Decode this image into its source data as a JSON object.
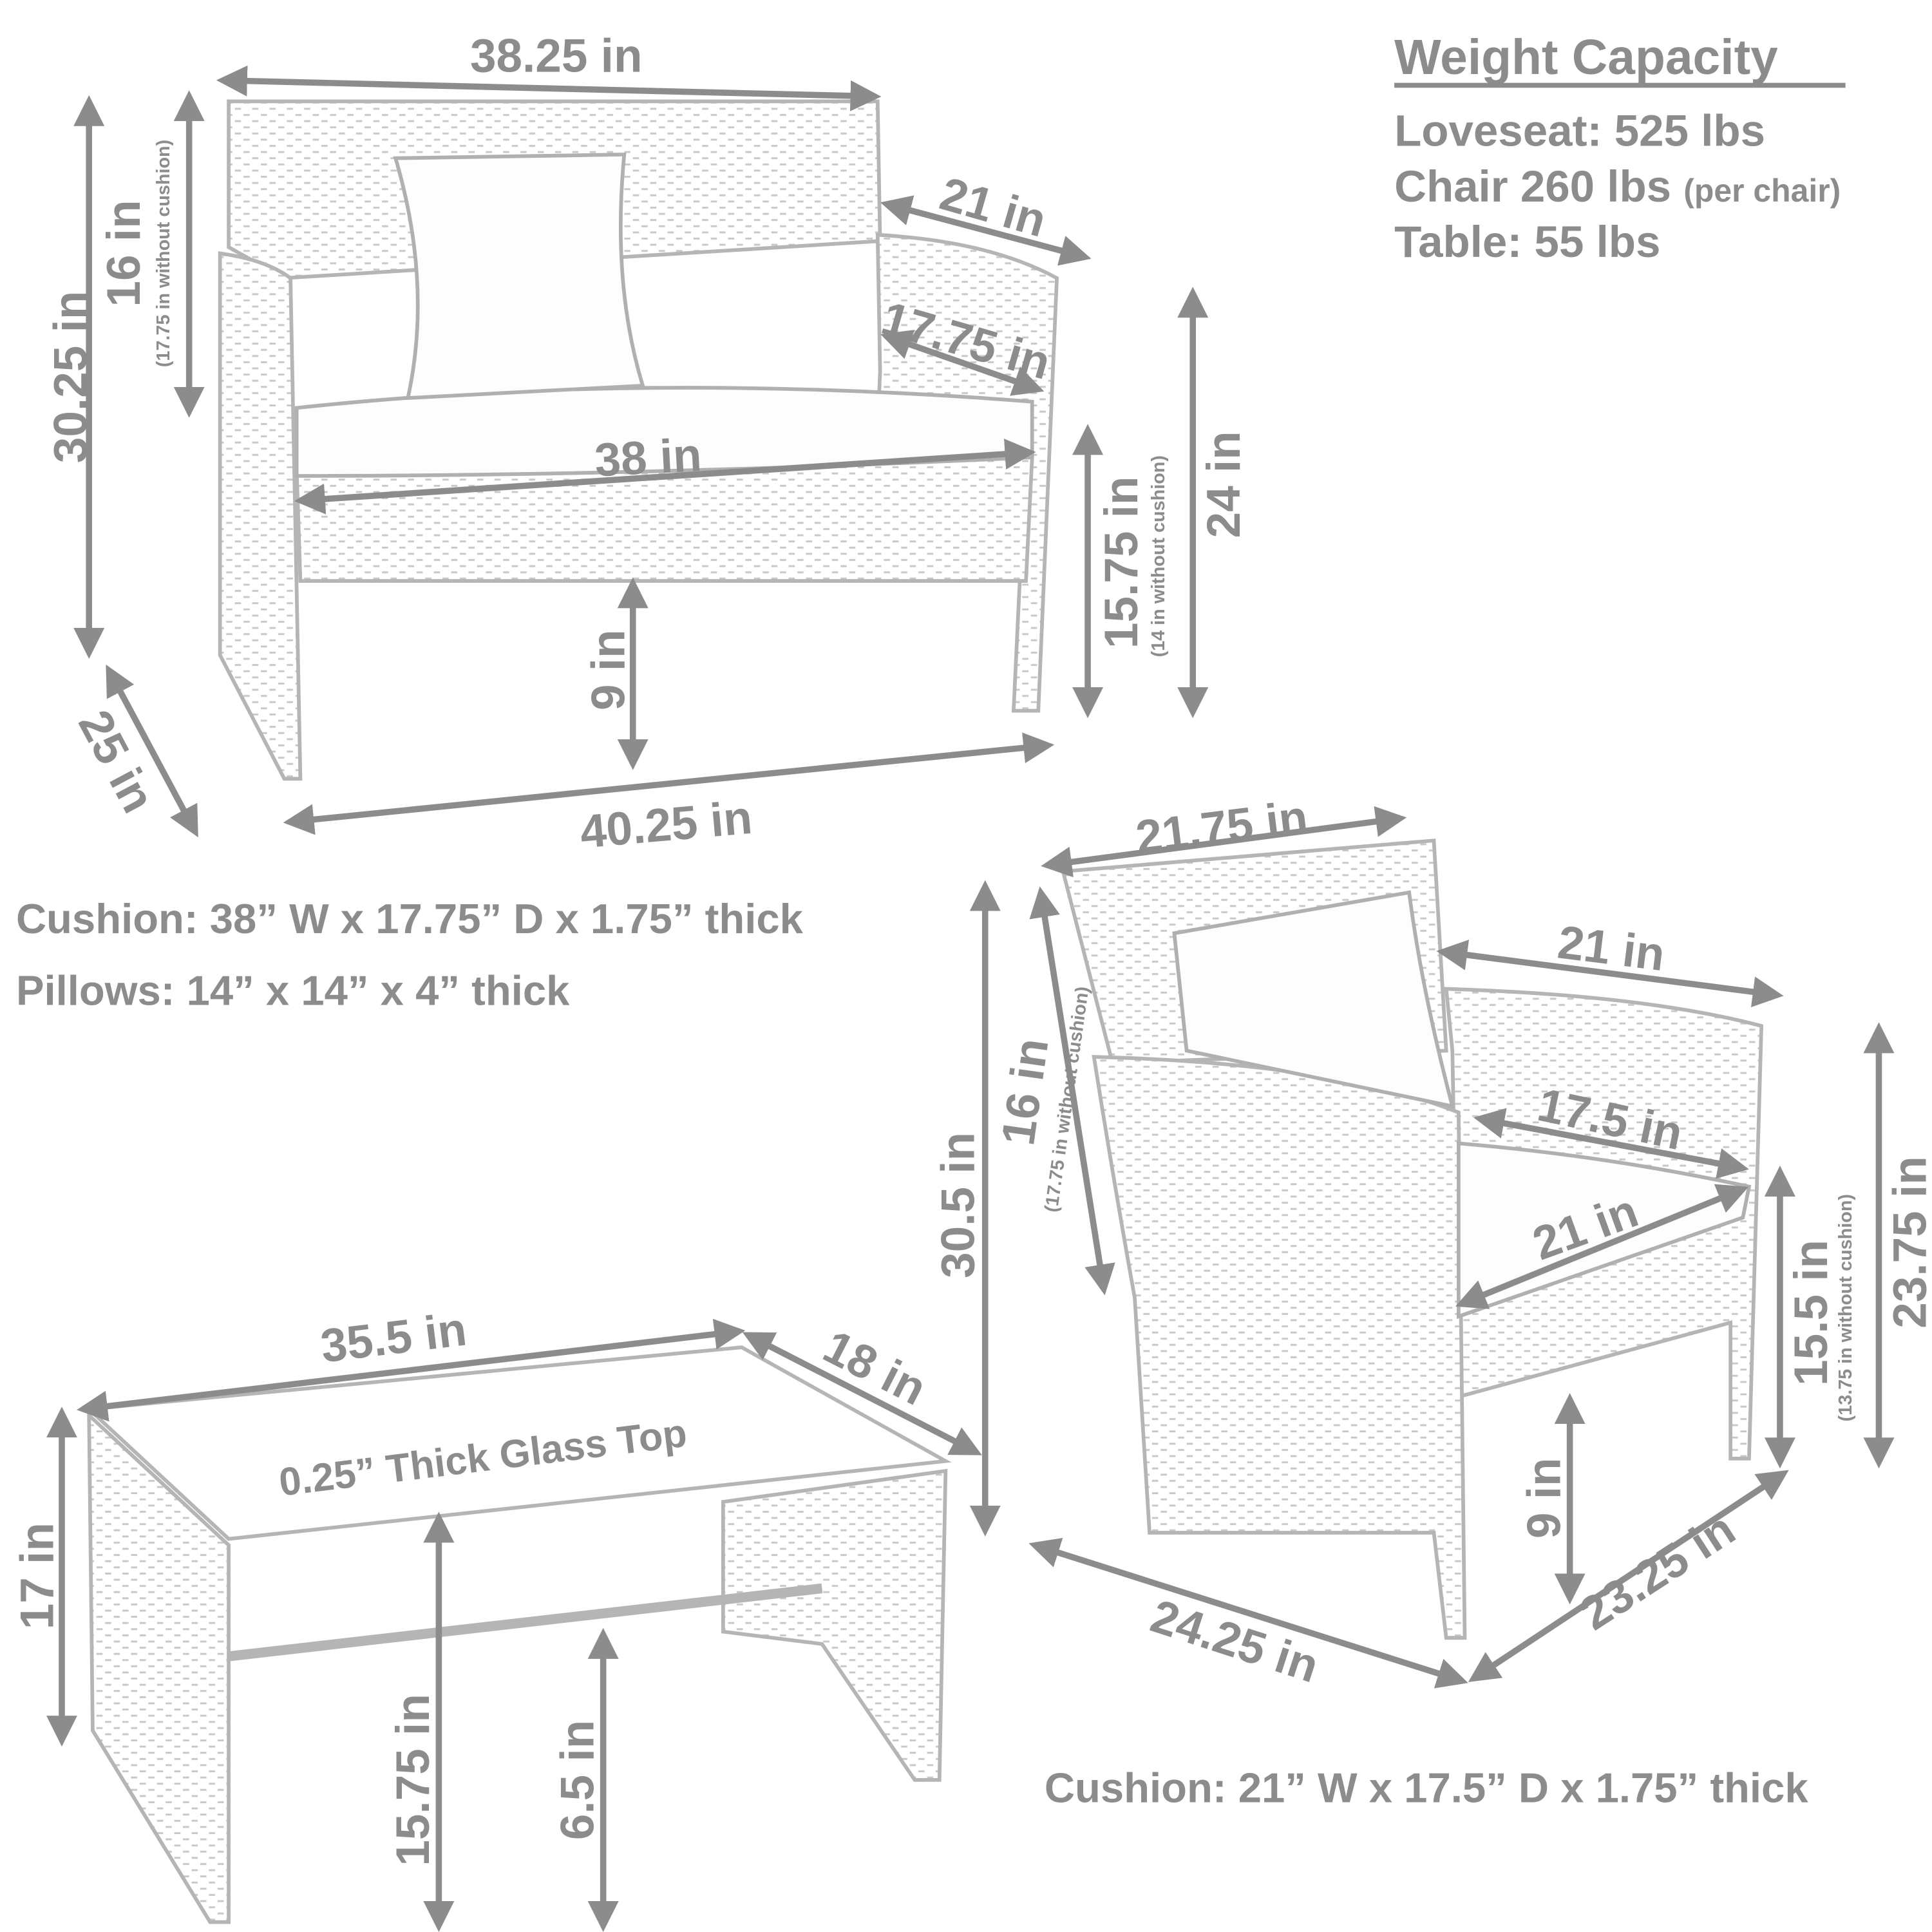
{
  "weight_capacity": {
    "title": "Weight Capacity",
    "loveseat": "Loveseat: 525 lbs",
    "chair": "Chair 260 lbs",
    "chair_note": "(per chair)",
    "table": "Table: 55 lbs"
  },
  "loveseat": {
    "back_width": "38.25 in",
    "total_height": "30.25 in",
    "back_height": "16 in",
    "back_height_note": "(17.75 in without cushion)",
    "arm_depth": "21 in",
    "seat_depth": "17.75 in",
    "seat_width": "38 in",
    "seat_height": "15.75 in",
    "seat_height_note": "(14 in without cushion)",
    "arm_height": "24 in",
    "clearance": "9 in",
    "depth": "25 in",
    "width": "40.25 in",
    "cushion": "Cushion: 38” W x 17.75” D x 1.75” thick",
    "pillows": "Pillows: 14” x 14” x 4” thick"
  },
  "chair": {
    "back_width": "21.75 in",
    "total_height": "30.5 in",
    "back_height": "16 in",
    "back_height_note": "(17.75 in without cushion)",
    "arm_depth": "21 in",
    "seat_depth": "17.5 in",
    "seat_width": "21 in",
    "seat_height": "15.5 in",
    "seat_height_note": "(13.75 in without cushion)",
    "arm_height": "23.75 in",
    "clearance": "9 in",
    "width": "24.25 in",
    "depth": "23.25 in",
    "cushion": "Cushion: 21” W x 17.5” D x 1.75” thick"
  },
  "table": {
    "length": "35.5 in",
    "depth": "18 in",
    "glass": "0.25” Thick Glass Top",
    "height": "17 in",
    "clearance_top": "15.75 in",
    "shelf_height": "6.5 in"
  },
  "colors": {
    "text": "#8c8c8c",
    "outline": "#b5b5b5",
    "background": "#ffffff"
  }
}
